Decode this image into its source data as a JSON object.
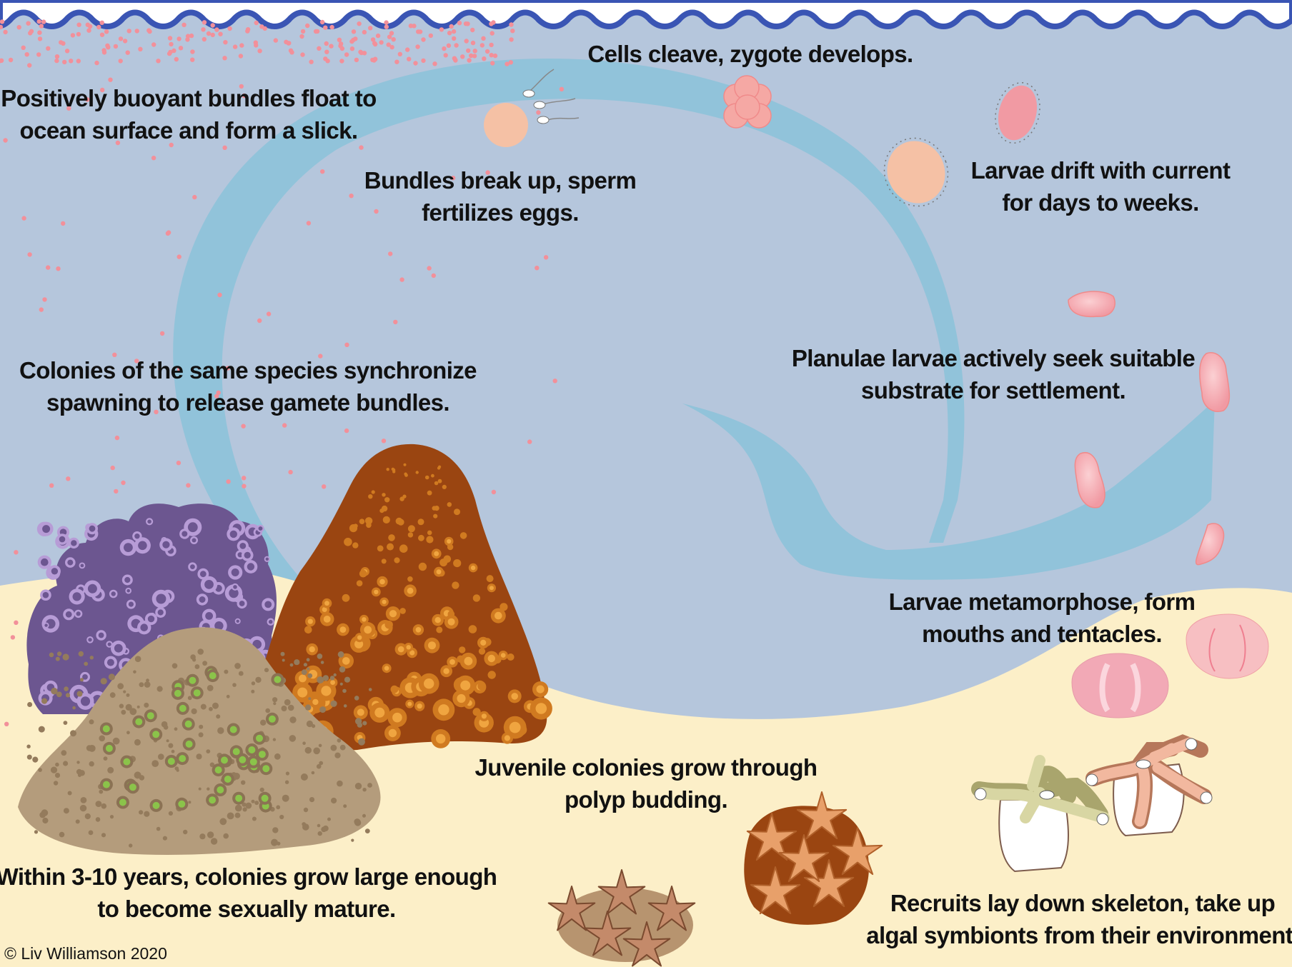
{
  "captions": {
    "slick": [
      "Positively buoyant bundles float to",
      "ocean surface and form a slick."
    ],
    "cleave": [
      "Cells cleave, zygote develops."
    ],
    "fertilize": [
      "Bundles break up, sperm",
      "fertilizes eggs."
    ],
    "drift": [
      "Larvae drift with current",
      "for days to weeks."
    ],
    "planulae": [
      "Planulae larvae actively seek suitable",
      "substrate for settlement."
    ],
    "synchronize": [
      "Colonies of the same species synchronize",
      "spawning to release gamete bundles."
    ],
    "metamorphose": [
      "Larvae metamorphose, form",
      "mouths and tentacles."
    ],
    "juvenile": [
      "Juvenile colonies grow through",
      "polyp budding."
    ],
    "mature": [
      "Within 3-10 years, colonies grow large enough",
      "to become sexually mature."
    ],
    "recruits": [
      "Recruits lay down skeleton, take up",
      "algal symbionts from their environment."
    ]
  },
  "credit": "© Liv Williamson 2020",
  "colors": {
    "ocean": "#b5c6dc",
    "wave": "#3a55b4",
    "cycle_arrow": "#8fc3d9",
    "sand": "#fcefc8",
    "purple_coral": "#6c5690",
    "orange_coral": "#9a4511",
    "tan_coral": "#b49c7c",
    "gamete": "#f2909a",
    "larva": "#f6a8ae",
    "egg": "#f5c1a5"
  }
}
